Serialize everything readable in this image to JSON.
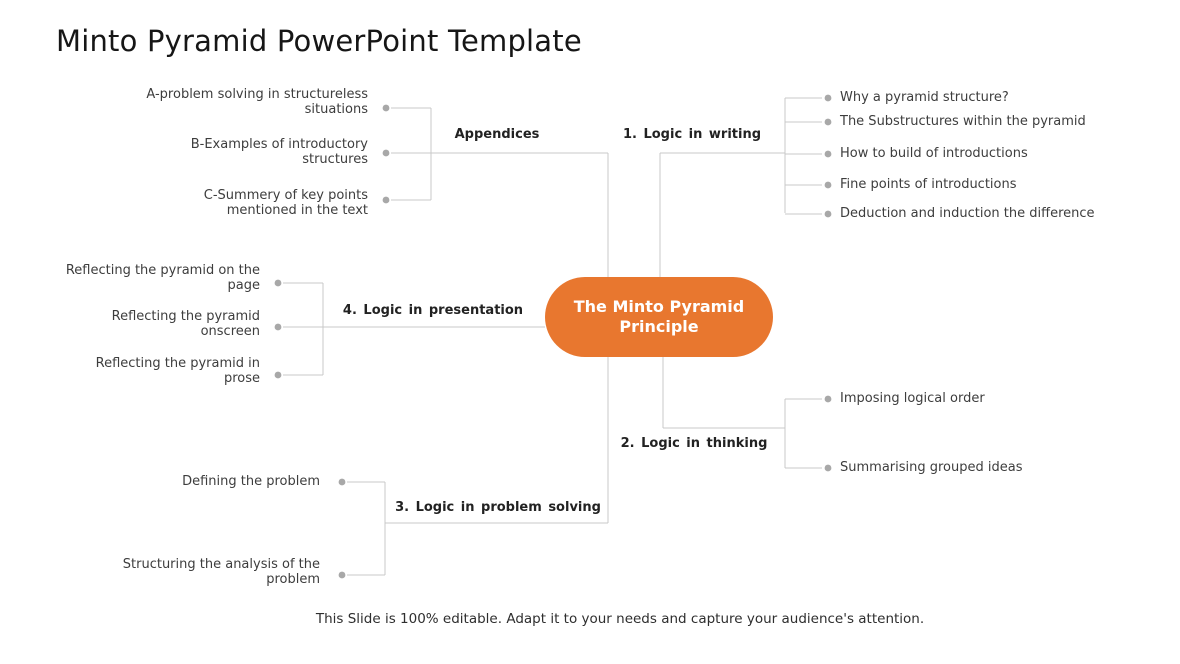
{
  "title": "Minto Pyramid PowerPoint Template",
  "footer": "This Slide is 100% editable. Adapt it to your needs and capture your audience's attention.",
  "colors": {
    "accent_orange": "#E8772F",
    "connector_gray": "#C9C9C9",
    "dot_gray": "#A8A8A8",
    "item_text": "#3D3D3D",
    "label_text": "#222222"
  },
  "center_node": {
    "lines": [
      "The Minto Pyramid",
      "Principle"
    ]
  },
  "branches": {
    "appendices": {
      "label": "Appendices",
      "items": [
        {
          "lines": [
            "A-problem solving in structureless",
            "situations"
          ]
        },
        {
          "lines": [
            "B-Examples of introductory",
            "structures"
          ]
        },
        {
          "lines": [
            "C-Summery of key points",
            "mentioned in the text"
          ]
        }
      ]
    },
    "writing": {
      "label": "1. Logic in writing",
      "items": [
        {
          "lines": [
            "Why a pyramid structure?"
          ]
        },
        {
          "lines": [
            "The Substructures within the pyramid"
          ]
        },
        {
          "lines": [
            "How to build of introductions"
          ]
        },
        {
          "lines": [
            "Fine points of introductions"
          ]
        },
        {
          "lines": [
            "Deduction and induction the difference"
          ]
        }
      ]
    },
    "thinking": {
      "label": "2. Logic in thinking",
      "items": [
        {
          "lines": [
            "Imposing logical order"
          ]
        },
        {
          "lines": [
            "Summarising grouped ideas"
          ]
        }
      ]
    },
    "problem_solving": {
      "label": "3. Logic in problem solving",
      "items": [
        {
          "lines": [
            "Defining the problem"
          ]
        },
        {
          "lines": [
            "Structuring the analysis of the",
            "problem"
          ]
        }
      ]
    },
    "presentation": {
      "label": "4. Logic in presentation",
      "items": [
        {
          "lines": [
            "Reflecting the pyramid on the",
            "page"
          ]
        },
        {
          "lines": [
            "Reflecting the pyramid",
            "onscreen"
          ]
        },
        {
          "lines": [
            "Reflecting the pyramid in",
            "prose"
          ]
        }
      ]
    }
  }
}
